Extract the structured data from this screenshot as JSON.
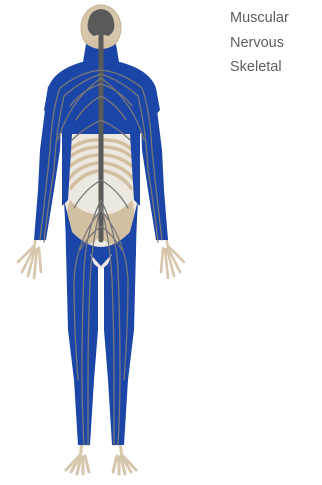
{
  "legend": {
    "items": [
      {
        "id": "muscular",
        "label": "Muscular"
      },
      {
        "id": "nervous",
        "label": "Nervous"
      },
      {
        "id": "skeletal",
        "label": "Skeletal"
      }
    ]
  },
  "colors": {
    "muscular": "#1b46a8",
    "muscular_edge": "#163b8f",
    "nervous": "#777777",
    "nervous_trunk": "#5a5a5a",
    "skeletal": "#d6c6ab",
    "bone_light": "#ece7df",
    "legend_text": "#5e5e5e"
  }
}
